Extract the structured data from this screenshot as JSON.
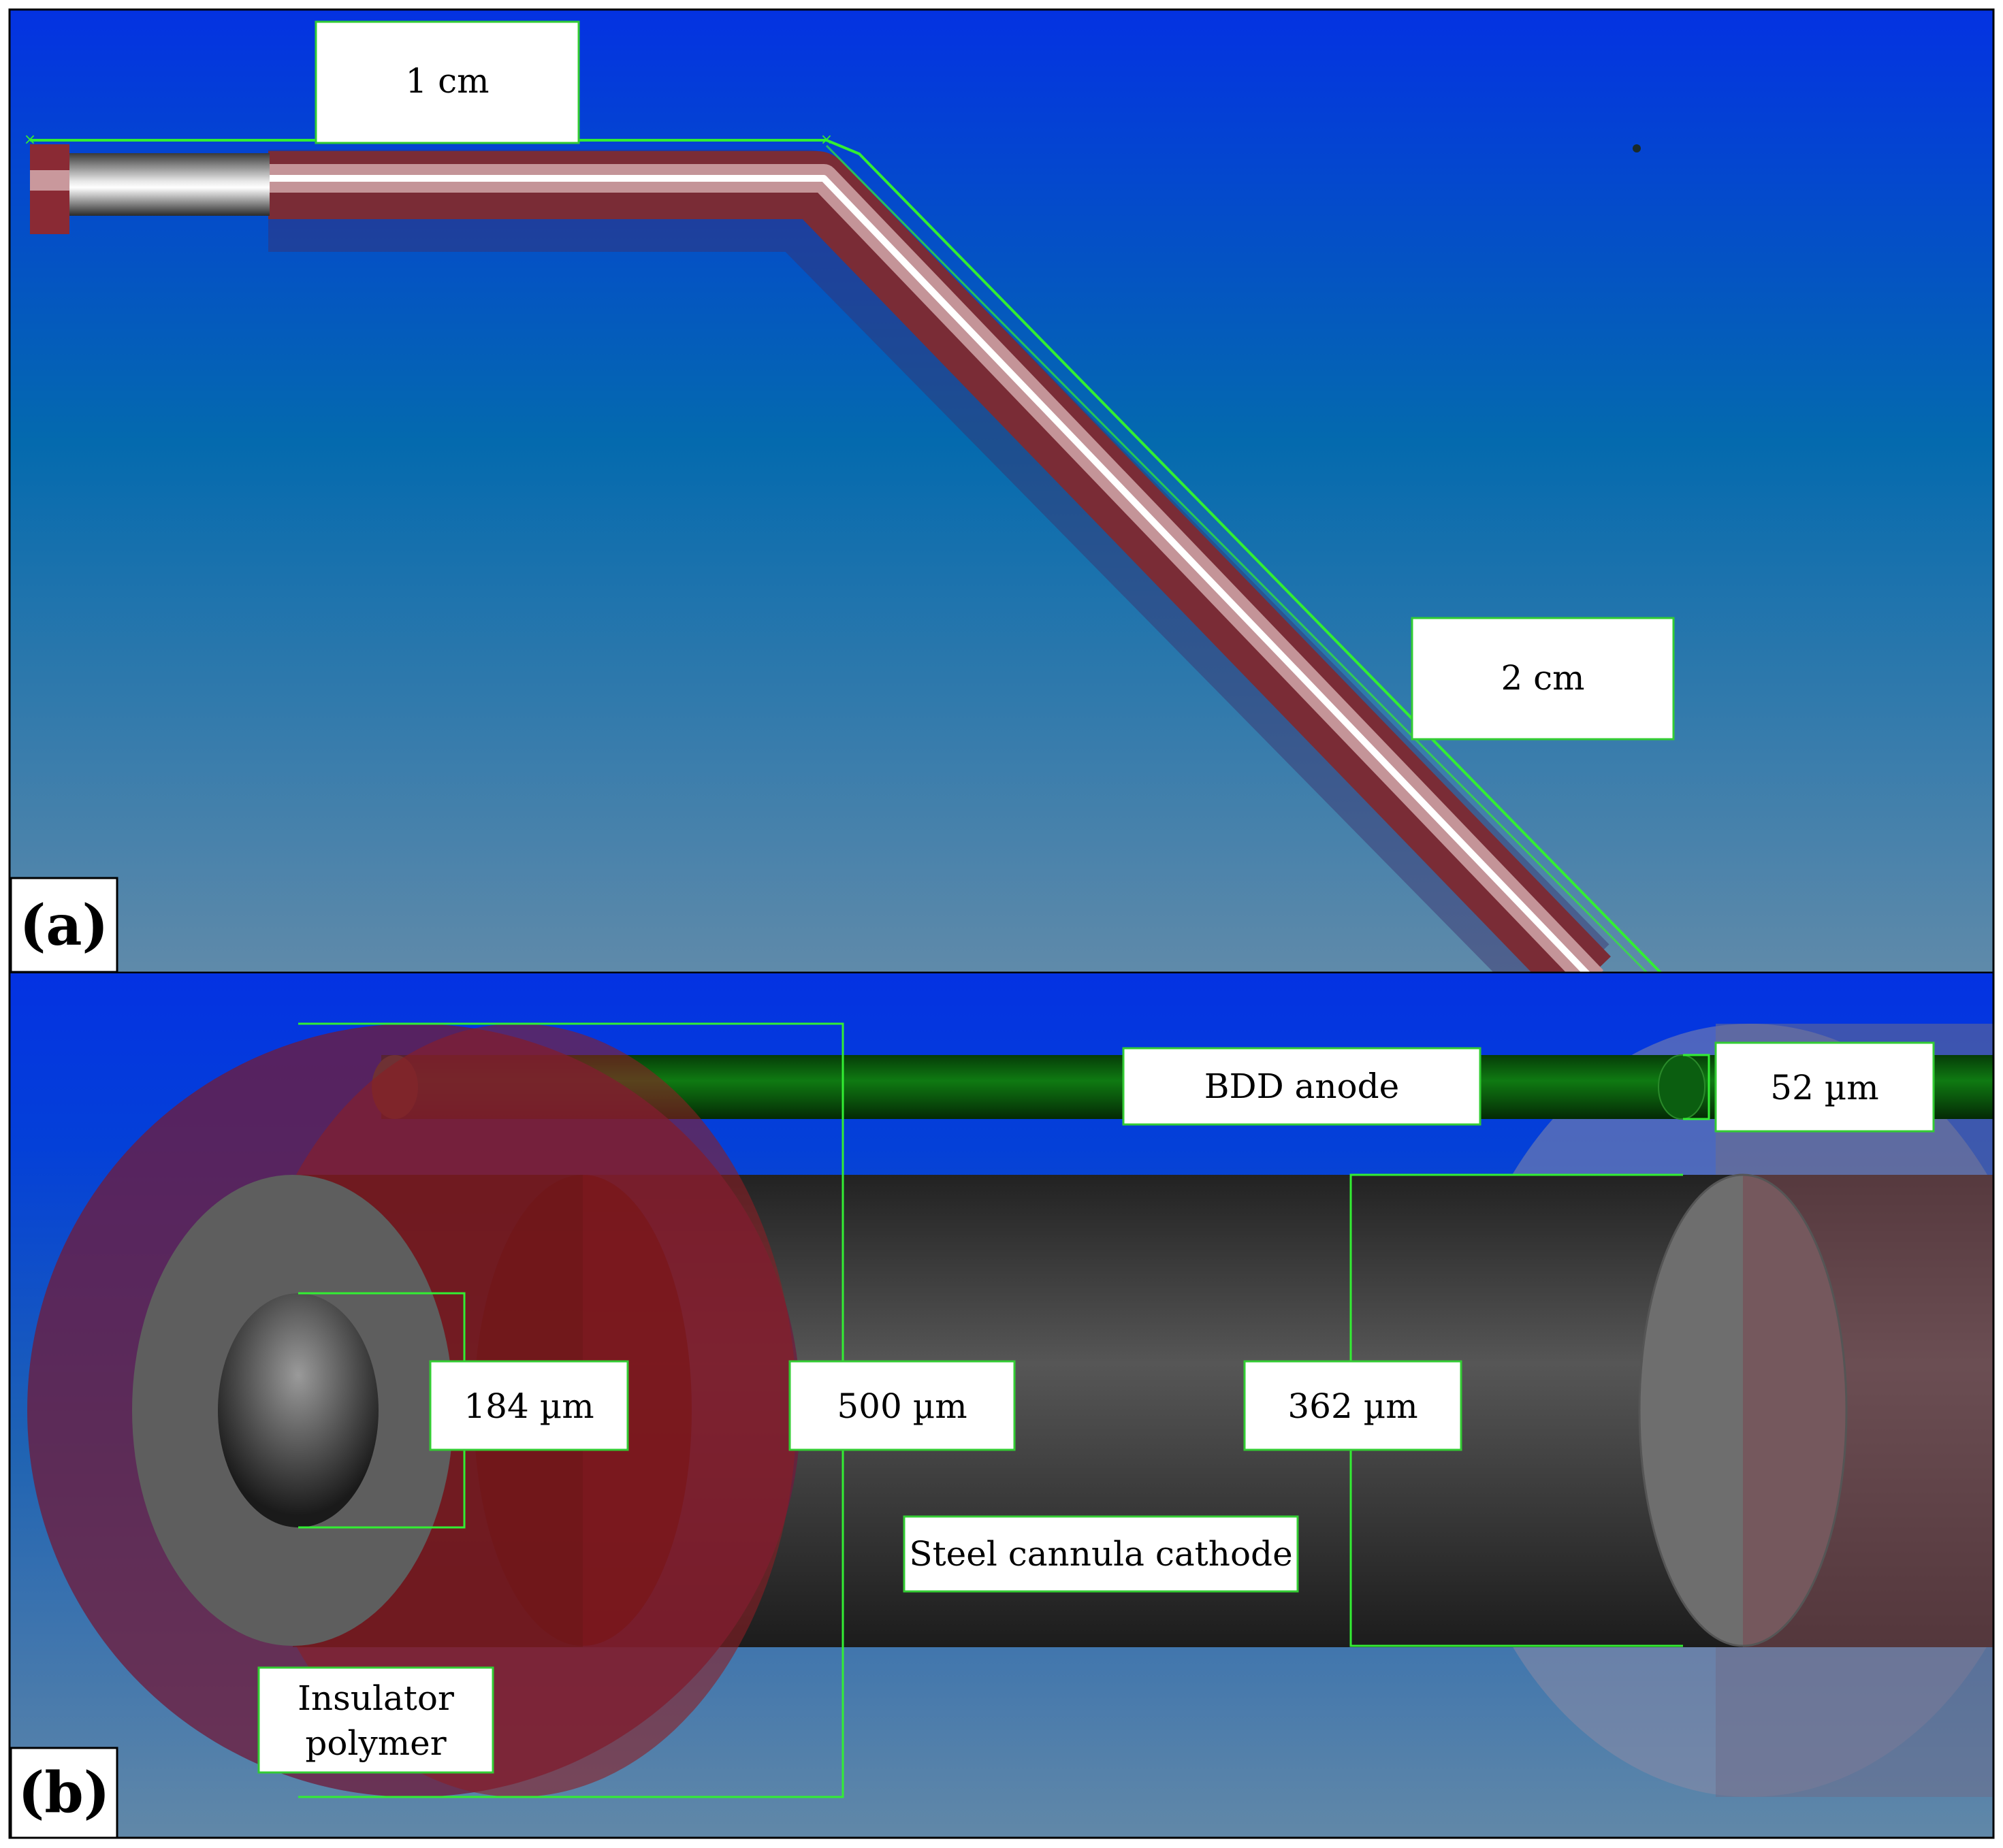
{
  "panel_a": {
    "tag": "(a)",
    "dimensions": {
      "length_top": "1 cm",
      "length_diagonal": "2 cm"
    }
  },
  "panel_b": {
    "tag": "(b)",
    "labels": {
      "anode": "BDD anode",
      "cathode": "Steel cannula cathode",
      "insulator_line1": "Insulator",
      "insulator_line2": "polymer"
    },
    "dimensions": {
      "anode_diameter": "52 µm",
      "inner_bore": "184 µm",
      "insulator_outer": "500 µm",
      "cathode_outer": "362 µm"
    }
  },
  "colors": {
    "background_top": "#0432e2",
    "background_bottom": "#5f8aaa",
    "dimension_line": "#33ee33",
    "insulator": "#8a2530",
    "anode": "#0d6e10",
    "cathode": "#4e4e4e"
  }
}
